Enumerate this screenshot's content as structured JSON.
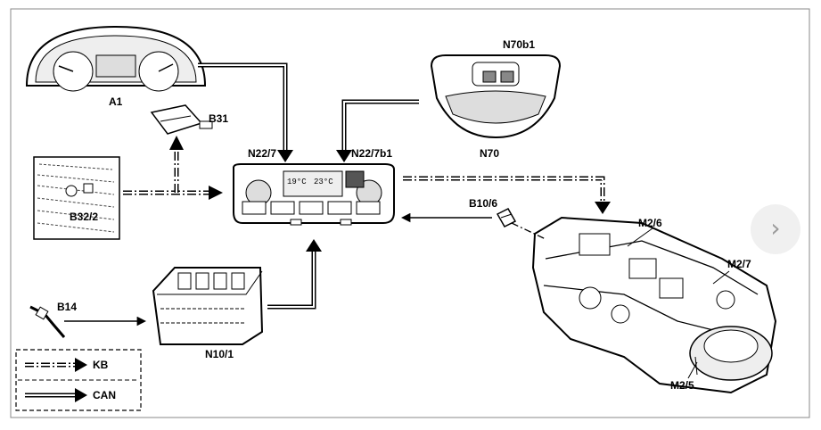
{
  "diagram": {
    "labels": {
      "a1": "A1",
      "b31": "B31",
      "b32_2": "B32/2",
      "n22_7": "N22/7",
      "n22_7b1": "N22/7b1",
      "n70b1": "N70b1",
      "n70": "N70",
      "b10_6": "B10/6",
      "m2_6": "M2/6",
      "m2_7": "M2/7",
      "m2_5": "M2/5",
      "b14": "B14",
      "n10_1": "N10/1"
    },
    "display": {
      "temp_left": "19°C",
      "temp_right": "23°C"
    },
    "legend": {
      "kb": "KB",
      "can": "CAN"
    }
  },
  "nav": {
    "next_icon": "chevron-right-icon",
    "next_glyph": "›"
  }
}
